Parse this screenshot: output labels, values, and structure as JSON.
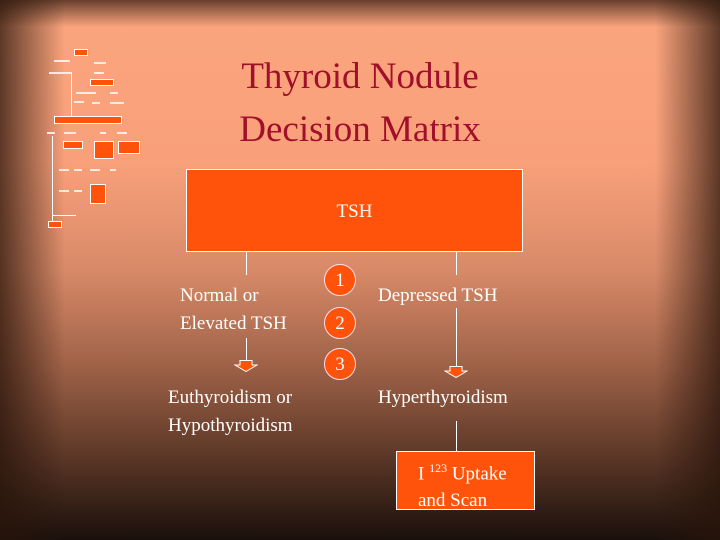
{
  "title": {
    "line1": "Thyroid Nodule",
    "line2": "Decision Matrix"
  },
  "root": {
    "label": "TSH"
  },
  "left_branch": {
    "condition_line1": "Normal or",
    "condition_line2": "Elevated TSH",
    "result_line1": "Euthyroidism or",
    "result_line2": "Hypothyroidism"
  },
  "right_branch": {
    "condition": "Depressed TSH",
    "result": "Hyperthyroidism",
    "next_step": {
      "prefix": "I",
      "superscript": "123",
      "suffix": "Uptake",
      "line2": "and Scan"
    }
  },
  "steps": [
    "1",
    "2",
    "3"
  ],
  "colors": {
    "box": "#ff530b",
    "title": "#a0102a"
  }
}
